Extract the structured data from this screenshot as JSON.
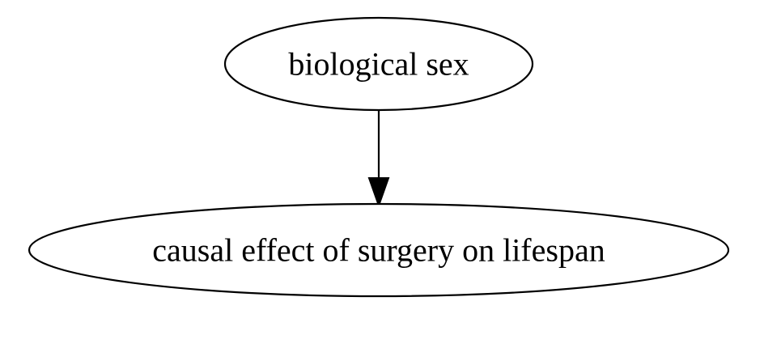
{
  "diagram": {
    "type": "directed-graph",
    "nodes": [
      {
        "id": "biological_sex",
        "label": "biological sex",
        "shape": "ellipse"
      },
      {
        "id": "causal_effect",
        "label": "causal effect of surgery on lifespan",
        "shape": "ellipse"
      }
    ],
    "edges": [
      {
        "from": "biological_sex",
        "to": "causal_effect"
      }
    ],
    "colors": {
      "stroke": "#000000",
      "fill": "#ffffff",
      "background": "#ffffff"
    }
  }
}
